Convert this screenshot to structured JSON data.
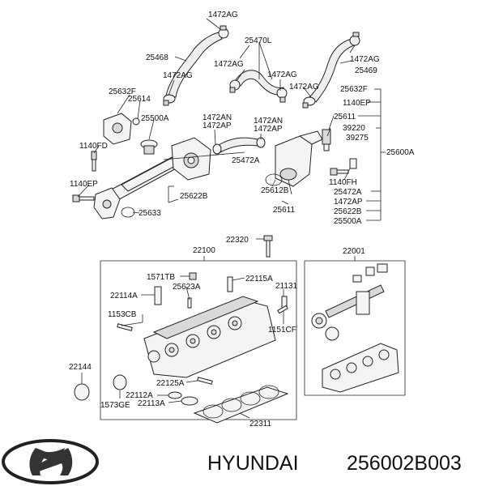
{
  "brand": "HYUNDAI",
  "part_number": "256002B003",
  "callouts": {
    "c_1472AG_a": "1472AG",
    "c_25470L": "25470L",
    "c_25468": "25468",
    "c_1472AG_b": "1472AG",
    "c_1472AG_c": "1472AG",
    "c_1472AG_d": "1472AG",
    "c_1472AG_e": "1472AG",
    "c_25469": "25469",
    "c_1472AG_f": "1472AG",
    "c_25632F_a": "25632F",
    "c_25614": "25614",
    "c_25500A_a": "25500A",
    "c_1472AN_a": "1472AN",
    "c_1472AP_a": "1472AP",
    "c_1472AN_b": "1472AN",
    "c_1472AP_b": "1472AP",
    "c_25632F_b": "25632F",
    "c_1140EP_a": "1140EP",
    "c_25611_a": "25611",
    "c_39220": "39220",
    "c_39275": "39275",
    "c_1140FD": "1140FD",
    "c_25472A_a": "25472A",
    "c_25600A": "25600A",
    "c_1140EP_b": "1140EP",
    "c_25622B_a": "25622B",
    "c_25612B": "25612B",
    "c_1140FH": "1140FH",
    "c_25472A_b": "25472A",
    "c_1472AP_c": "1472AP",
    "c_25622B_b": "25622B",
    "c_25611_b": "25611",
    "c_25633": "25633",
    "c_25500A_b": "25500A",
    "c_22320": "22320",
    "c_22100": "22100",
    "c_22001": "22001",
    "c_1571TB": "1571TB",
    "c_22115A": "22115A",
    "c_25623A": "25623A",
    "c_21131": "21131",
    "c_22114A": "22114A",
    "c_1153CB": "1153CB",
    "c_1151CF": "1151CF",
    "c_22144": "22144",
    "c_22125A": "22125A",
    "c_22112A": "22112A",
    "c_1573GE": "1573GE",
    "c_22113A": "22113A",
    "c_22311": "22311"
  },
  "colors": {
    "ink": "#111111",
    "line": "#222222",
    "part_fill": "#f4f4f4",
    "part_shade": "#d9d9d9"
  },
  "icons": {
    "logo": "hyundai-logo-icon"
  }
}
